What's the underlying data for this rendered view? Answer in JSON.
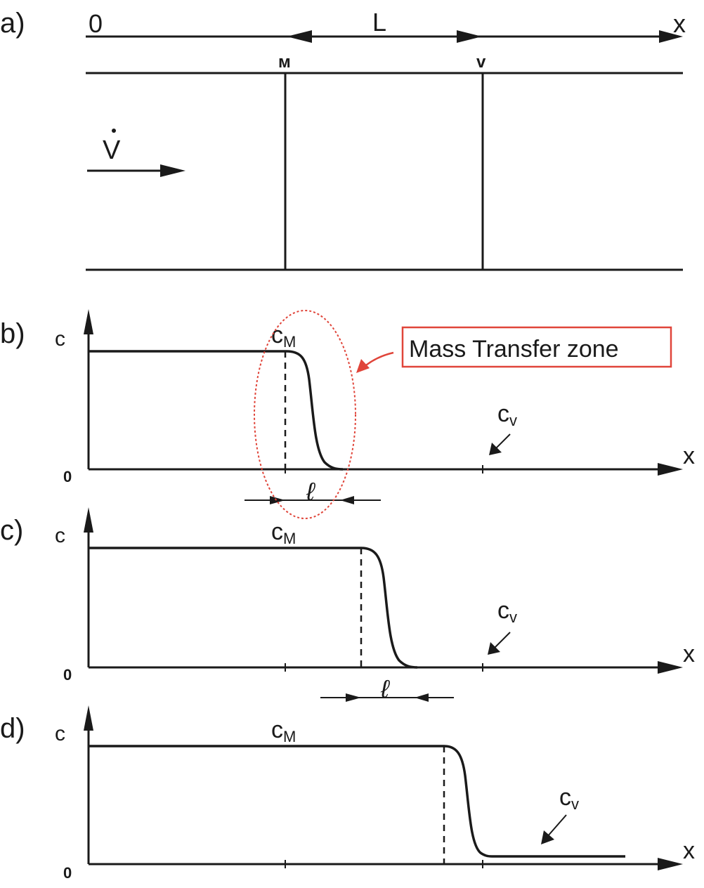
{
  "panels": {
    "a": {
      "label": "a)",
      "origin": "0",
      "length": "L",
      "axis": "x",
      "mark_left": "м",
      "mark_right": "v",
      "flow": "V"
    },
    "b": {
      "label": "b)",
      "y": "c",
      "origin": "0",
      "axis": "x",
      "cm_main": "c",
      "cm_sub": "M",
      "cv_main": "c",
      "cv_sub": "v",
      "width": "ℓ"
    },
    "c": {
      "label": "c)",
      "y": "c",
      "origin": "0",
      "axis": "x",
      "cm_main": "c",
      "cm_sub": "M",
      "cv_main": "c",
      "cv_sub": "v",
      "width": "ℓ"
    },
    "d": {
      "label": "d)",
      "y": "c",
      "origin": "0",
      "axis": "x",
      "cm_main": "c",
      "cm_sub": "M",
      "cv_main": "c",
      "cv_sub": "v"
    }
  },
  "callout": {
    "text": "Mass Transfer zone",
    "color": "#e0453a"
  }
}
